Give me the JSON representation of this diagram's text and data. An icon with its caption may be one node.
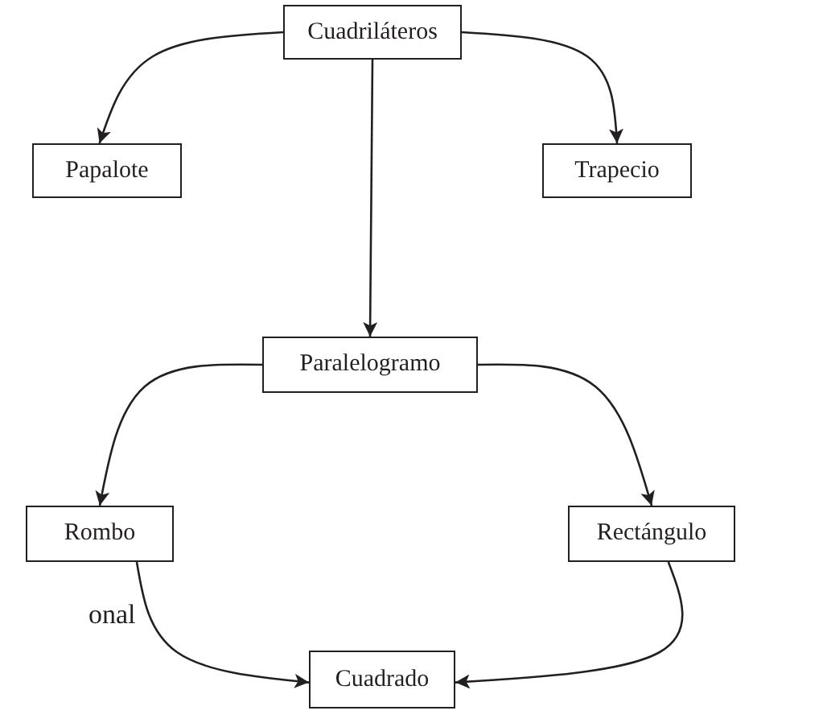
{
  "diagram": {
    "nodes": [
      {
        "text": [
          "Cuadriláteros"
        ]
      },
      {
        "text": [
          "Papalote"
        ]
      },
      {
        "text": [
          "Trapecio"
        ]
      },
      {
        "text": [
          "Paralelogramo"
        ]
      },
      {
        "text": [
          "Rombo"
        ]
      },
      {
        "text": [
          "Rectángulo"
        ]
      },
      {
        "text": [
          "Cuadrado"
        ]
      }
    ],
    "edges": [
      {
        "from": 0,
        "to": 1,
        "arrow": "to"
      },
      {
        "from": 0,
        "to": 2,
        "arrow": "to"
      },
      {
        "from": 0,
        "to": 3,
        "arrow": "to"
      },
      {
        "from": 3,
        "to": 4,
        "arrow": "to"
      },
      {
        "from": 3,
        "to": 5,
        "arrow": "to"
      },
      {
        "from": 4,
        "to": 6,
        "arrow": "to"
      },
      {
        "from": 5,
        "to": 6,
        "arrow": "to"
      }
    ],
    "labels": [
      "onal"
    ]
  }
}
